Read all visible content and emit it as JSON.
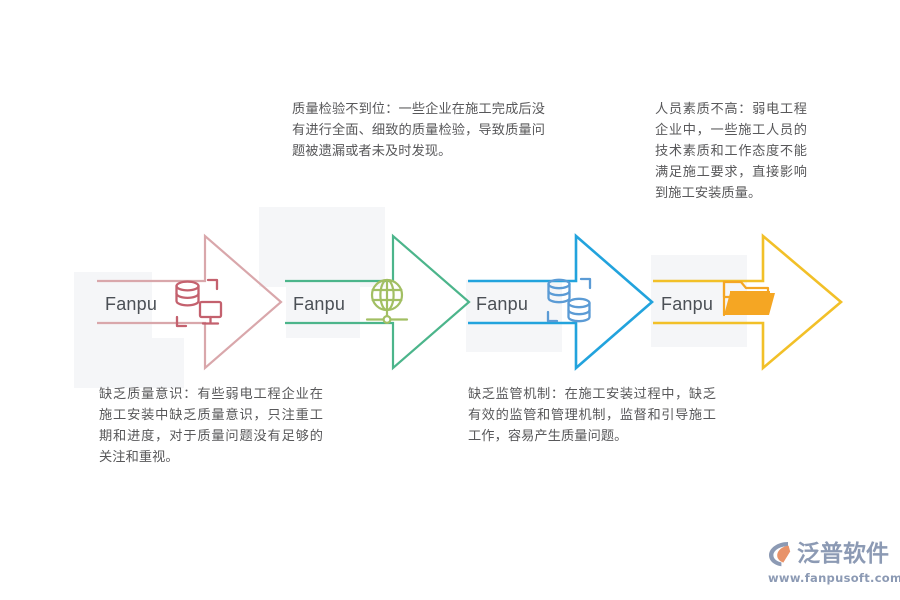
{
  "page": {
    "background": "#ffffff"
  },
  "steps": [
    {
      "label": "Fanpu",
      "icon": "database-monitor-icon",
      "arrow_color": "#d9a7ab",
      "icon_color": "#c4616e",
      "panel_color": "#f5f6f8"
    },
    {
      "label": "Fanpu",
      "icon": "globe-network-icon",
      "arrow_color": "#4cb58b",
      "icon_color": "#a2bf63",
      "panel_color": "#f5f6f8"
    },
    {
      "label": "Fanpu",
      "icon": "database-stack-icon",
      "arrow_color": "#22a3dd",
      "icon_color": "#5b9bd5",
      "panel_color": "#f5f6f8"
    },
    {
      "label": "Fanpu",
      "icon": "folder-icon",
      "arrow_color": "#f2c028",
      "icon_color": "#f5a623",
      "panel_color": "#f5f6f8"
    }
  ],
  "descriptions": [
    {
      "id": "quality-inspection",
      "text": "质量检验不到位：一些企业在施工完成后没有进行全面、细致的质量检验，导致质量问题被遗漏或者未及时发现。"
    },
    {
      "id": "personnel-quality",
      "text": "人员素质不高：弱电工程企业中，一些施工人员的技术素质和工作态度不能满足施工要求，直接影响到施工安装质量。"
    },
    {
      "id": "lack-quality-awareness",
      "text": "缺乏质量意识：有些弱电工程企业在施工安装中缺乏质量意识，只注重工期和进度，对于质量问题没有足够的关注和重视。"
    },
    {
      "id": "lack-supervision",
      "text": "缺乏监管机制：在施工安装过程中，缺乏有效的监管和管理机制，监督和引导施工工作，容易产生质量问题。"
    }
  ],
  "logo": {
    "name": "泛普软件",
    "url": "www.fanpusoft.com",
    "mark_outer_color": "#8c9ab4",
    "mark_inner_color": "#e8936a"
  }
}
